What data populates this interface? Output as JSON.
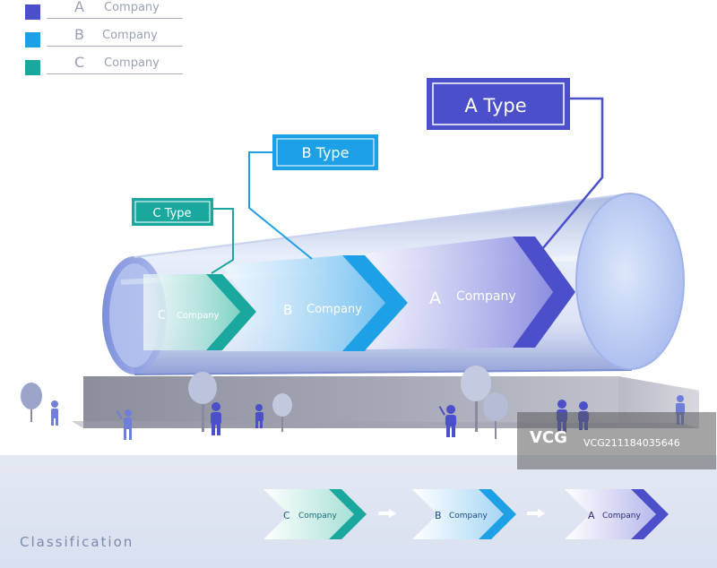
{
  "legend": [
    {
      "letter": "A",
      "word": "Company",
      "color": "#4b4fc9"
    },
    {
      "letter": "B",
      "word": "Company",
      "color": "#1ea0e6"
    },
    {
      "letter": "C",
      "word": "Company",
      "color": "#1aa89e"
    }
  ],
  "callouts": {
    "a": "A Type",
    "b": "B Type",
    "c": "C Type"
  },
  "pipe_arrows": {
    "a": {
      "letter": "A",
      "word": "Company"
    },
    "b": {
      "letter": "B",
      "word": "Company"
    },
    "c": {
      "letter": "C",
      "word": "Company"
    }
  },
  "classification": {
    "title": "Classification",
    "arrows": [
      {
        "letter": "C",
        "word": "Company"
      },
      {
        "letter": "B",
        "word": "Company"
      },
      {
        "letter": "A",
        "word": "Company"
      }
    ]
  },
  "watermark": {
    "logo": "VCG",
    "id": "VCG211184035646"
  },
  "colors": {
    "a": "#4b4fc9",
    "b": "#1ea0e6",
    "c": "#1aa89e",
    "bottom_band": "#dfe5f2"
  }
}
